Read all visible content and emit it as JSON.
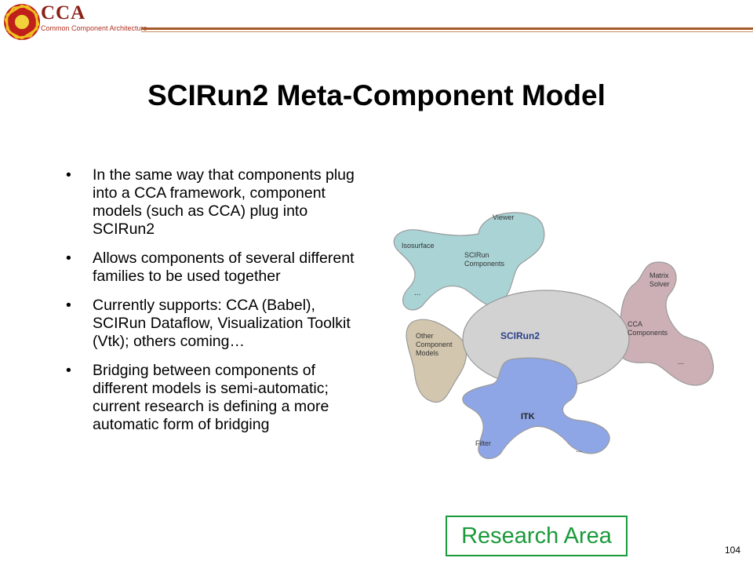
{
  "header": {
    "logo_title": "CCA",
    "logo_subtitle": "Common Component Architecture"
  },
  "slide": {
    "title": "SCIRun2 Meta-Component Model",
    "bullet_symbol": "•",
    "bullets": [
      "In the same way that components plug into a CCA framework, component models (such as CCA) plug into SCIRun2",
      "Allows components of several different families to be used together",
      "Currently supports: CCA (Babel), SCIRun Dataflow, Visualization Toolkit (Vtk); others coming…",
      "Bridging between components of different models is semi-automatic; current research is defining a more automatic form of bridging"
    ],
    "callout": "Research Area",
    "page_number": "104"
  },
  "diagram": {
    "center_label": "SCIRun2",
    "scirun": {
      "label1": "SCIRun",
      "label2": "Components",
      "viewer": "Viewer",
      "isosurface": "Isosurface",
      "more": "..."
    },
    "cca": {
      "label1": "CCA",
      "label2": "Components",
      "matrix1": "Matrix",
      "matrix2": "Solver",
      "more": "..."
    },
    "other": {
      "label1": "Other",
      "label2": "Component",
      "label3": "Models"
    },
    "itk": {
      "label": "ITK",
      "filter": "Filter",
      "more": "..."
    },
    "colors": {
      "center": "#d2d2d2",
      "scirun": "#a9d3d5",
      "cca": "#ccb0b6",
      "other": "#d3c6ae",
      "itk": "#8fa6e6",
      "outline": "#9a9a9a"
    }
  }
}
